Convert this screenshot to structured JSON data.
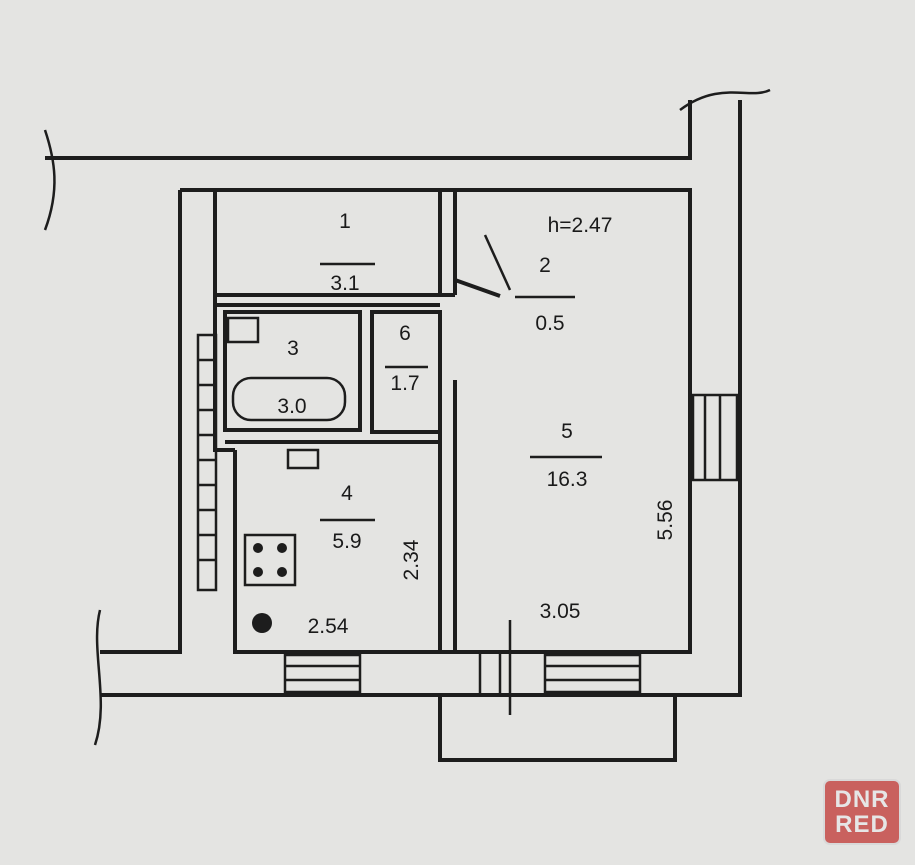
{
  "plan": {
    "ceiling_height": "h=2.47",
    "rooms": [
      {
        "number": "1",
        "area": "3.1"
      },
      {
        "number": "2",
        "area": "0.5"
      },
      {
        "number": "3",
        "area": "3.0"
      },
      {
        "number": "4",
        "area": "5.9"
      },
      {
        "number": "5",
        "area": "16.3"
      },
      {
        "number": "6",
        "area": "1.7"
      }
    ],
    "dimensions": {
      "kitchen_width": "2.54",
      "kitchen_depth": "2.34",
      "room_width": "3.05",
      "room_depth": "5.56"
    }
  },
  "watermark": {
    "line1": "DNR",
    "line2": "RED",
    "color": "#c9615e"
  }
}
